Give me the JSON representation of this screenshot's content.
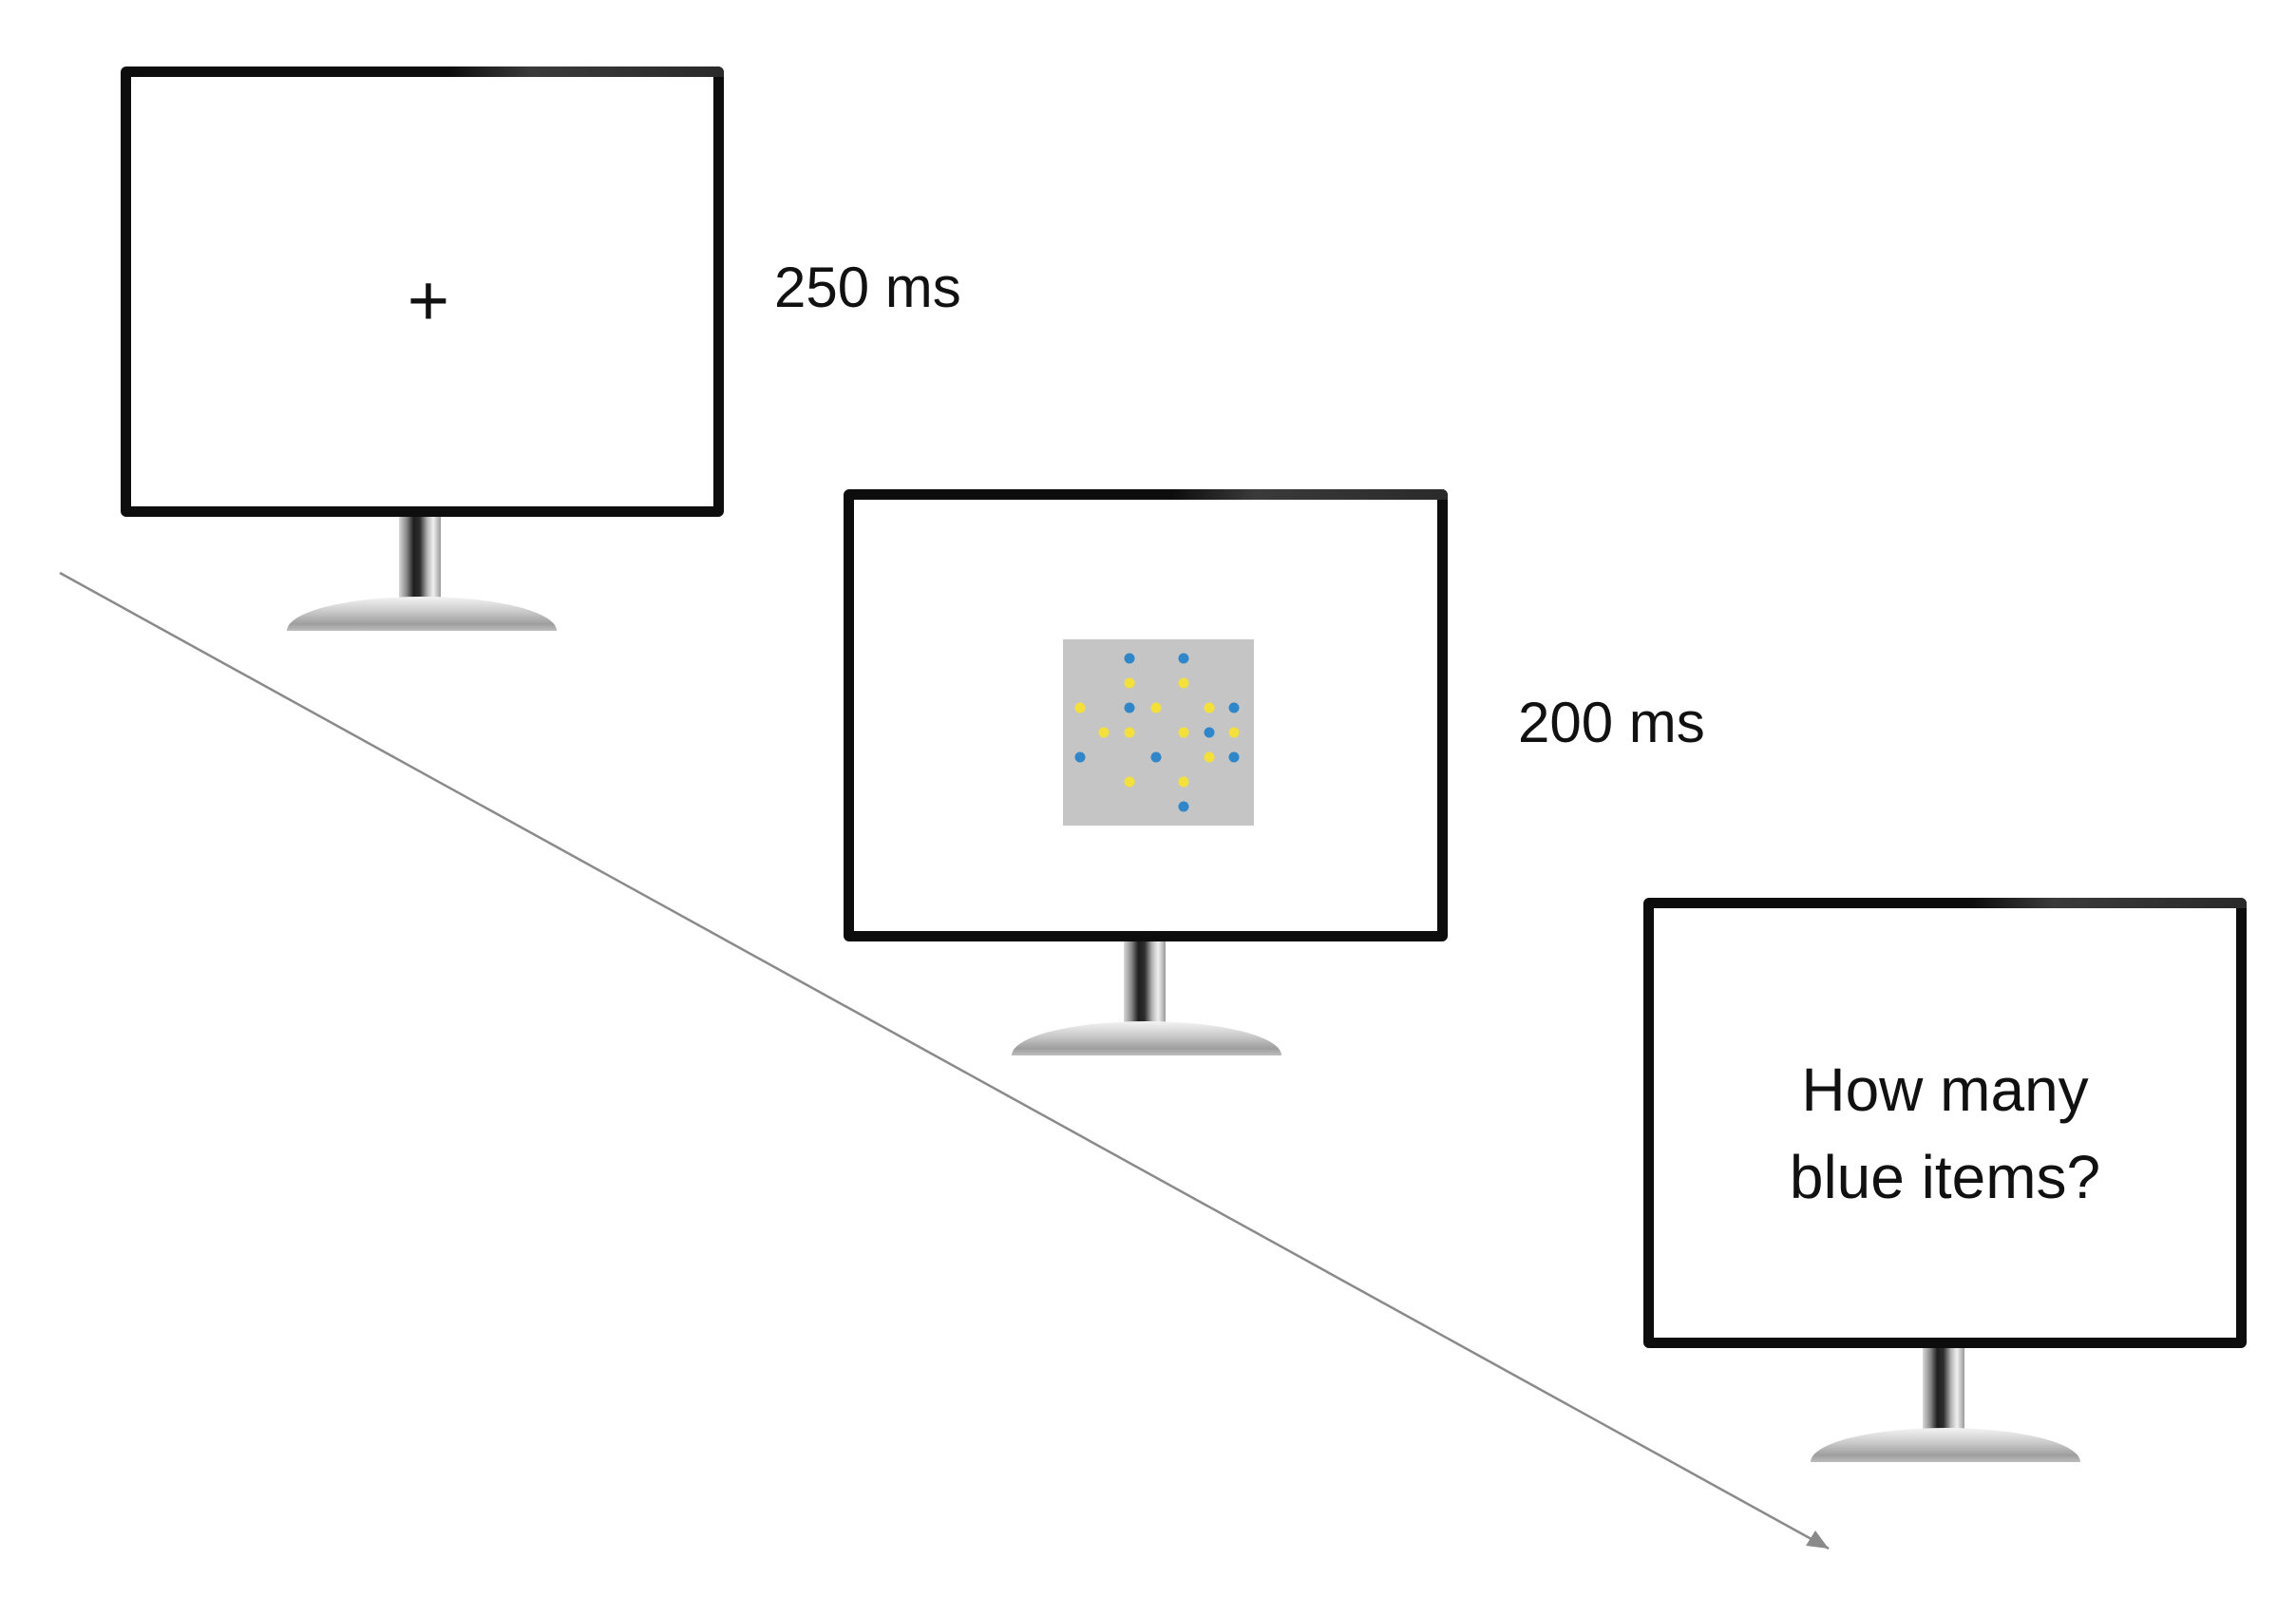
{
  "frames": [
    {
      "id": "fixation",
      "screen_content": "+",
      "duration_label": "250 ms"
    },
    {
      "id": "stimulus",
      "duration_label": "200 ms",
      "stimulus": {
        "panel_color": "#c5c5c5",
        "dot_colors": {
          "blue": "#2f86c8",
          "yellow": "#f3e03a"
        }
      }
    },
    {
      "id": "question",
      "question_lines": [
        "How many",
        "blue items?"
      ]
    }
  ],
  "timeline_arrow": {
    "icon": "arrow-icon",
    "color": "#8a8a8a"
  }
}
